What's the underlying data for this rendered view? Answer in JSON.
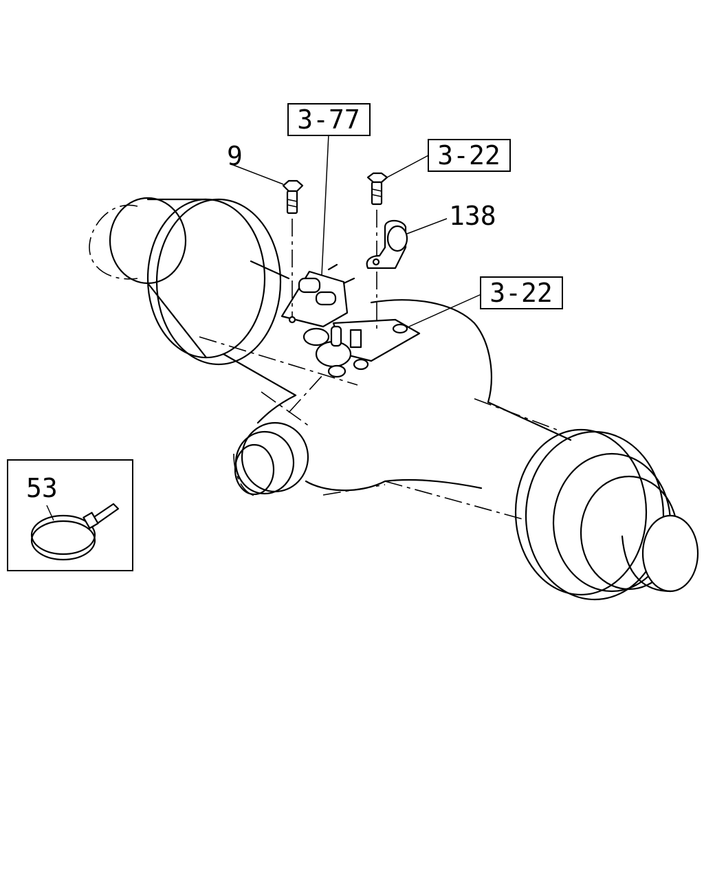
{
  "callouts": {
    "ref_3_77": "3-77",
    "ref_3_22_upper": "3-22",
    "ref_3_22_lower": "3-22",
    "part_9": "9",
    "part_138": "138",
    "part_53": "53"
  },
  "colors": {
    "line": "#000000",
    "background": "#ffffff"
  }
}
